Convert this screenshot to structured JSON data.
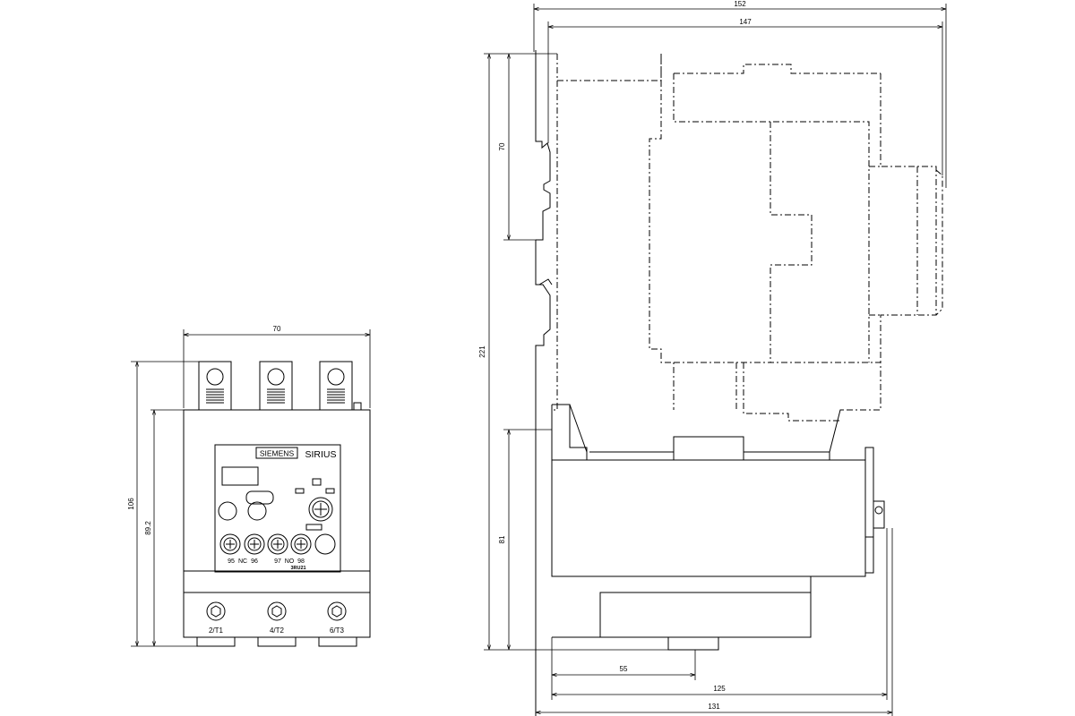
{
  "front_view": {
    "dimensions": {
      "width_top": "70",
      "height_total": "106",
      "height_body": "89.2"
    },
    "brand": "SIEMENS",
    "product": "SIRIUS",
    "terminal_labels_top": [
      "95",
      "NC",
      "96",
      "97",
      "NO",
      "98"
    ],
    "model_mark": "3RU21",
    "terminal_labels_bottom": [
      "2/T1",
      "4/T2",
      "6/T3"
    ]
  },
  "side_view": {
    "dimensions": {
      "overall_width": "152",
      "contactor_width": "147",
      "rail_spacing": "70",
      "overall_height": "221",
      "relay_height": "81",
      "terminal_offset": "55",
      "relay_depth": "125",
      "relay_depth_total": "131"
    }
  },
  "colors": {
    "line": "#000000",
    "background": "#ffffff"
  }
}
